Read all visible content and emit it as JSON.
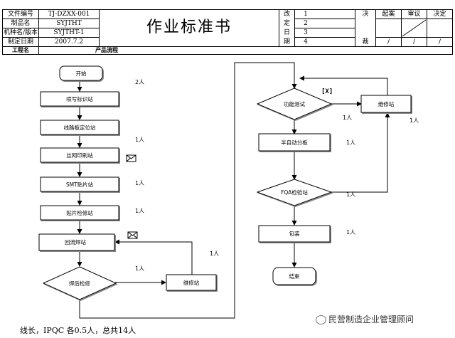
{
  "header": {
    "doc_no_label": "文件编号",
    "doc_no_value": "TJ-DZXX-001",
    "product_name_label": "制品名",
    "product_name_value": "SYJTHT",
    "model_label": "机种名/版本",
    "model_value": "SYJTHT-1",
    "date_label": "制定日期",
    "date_value": "2007.7.2",
    "title": "作业标准书",
    "revision_chars": [
      "改",
      "定",
      "日",
      "期"
    ],
    "revision_numbers": [
      "1",
      "2",
      "3",
      "4"
    ],
    "approval_chars": [
      "决",
      "裁"
    ],
    "approval_headers": [
      "起案",
      "审议",
      "决定"
    ],
    "approval_marks": [
      "/",
      "/",
      "/"
    ]
  },
  "process_header": {
    "process_name_label": "工程名",
    "flow_label": "产品流程"
  },
  "flow": {
    "nodes": {
      "start": "开始",
      "spray": "喷写标识站",
      "fix": "线路板定位站",
      "print": "丝网印刷站",
      "smt": "SMT贴片站",
      "patch_check": "贴片检修站",
      "reflow": "回流焊站",
      "post_check": "焊后检修",
      "repair1": "维修站",
      "func_test": "功能测试",
      "repair2": "维修站",
      "semi_auto": "半自动分板",
      "fqa": "FQA检验站",
      "pack": "包装",
      "end": "结束"
    },
    "counts": {
      "spray": "2人",
      "fix": "1人",
      "smt": "1人",
      "patch_check": "1人",
      "post_check": "1人",
      "repair1": "1人",
      "func_test": "1人",
      "repair2": "1人",
      "semi_auto": "1人",
      "fqa": "1人",
      "pack": "1人"
    },
    "x_mark": "[X]"
  },
  "footer": "线长，IPQC 各0.5人，总共14人",
  "watermark": "民营制造企业管理顾问"
}
